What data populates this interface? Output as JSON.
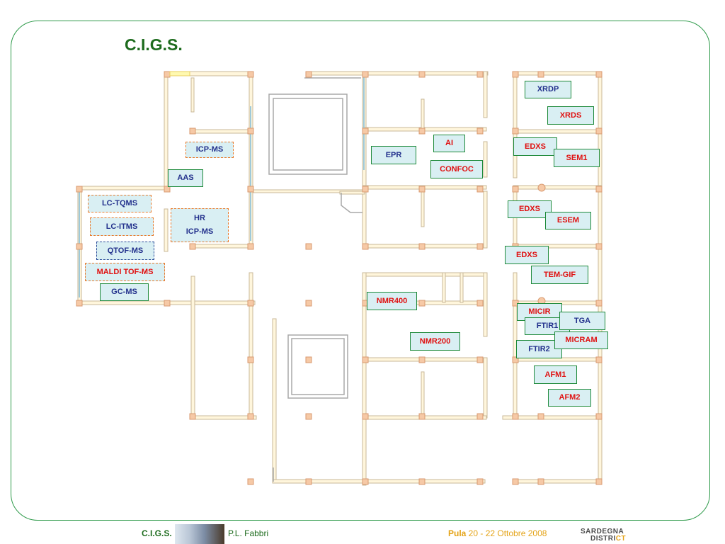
{
  "title": "C.I.G.S.",
  "labels": {
    "icp_ms": "ICP-MS",
    "aas": "AAS",
    "lc_tqms": "LC-TQMS",
    "lc_itms": "LC-ITMS",
    "hr_icp_line1": "HR",
    "hr_icp_line2": "ICP-MS",
    "qtof_ms": "QTOF-MS",
    "maldi": "MALDI TOF-MS",
    "gc_ms": "GC-MS",
    "epr": "EPR",
    "ai": "AI",
    "confoc": "CONFOC",
    "nmr400": "NMR400",
    "nmr200": "NMR200",
    "xrdp": "XRDP",
    "xrds": "XRDS",
    "edxs_1": "EDXS",
    "sem1": "SEM1",
    "edxs_2": "EDXS",
    "esem": "ESEM",
    "edxs_3": "EDXS",
    "tem_gif": "TEM-GIF",
    "micir": "MICIR",
    "tga": "TGA",
    "ftir1": "FTIR1",
    "ftir2": "FTIR2",
    "micram": "MICRAM",
    "afm1": "AFM1",
    "afm2": "AFM2"
  },
  "footer": {
    "left_text": "C.I.G.S.",
    "author": "P.L. Fabbri",
    "location": "Pula",
    "dates": " 20 - 22 Ottobre 2008",
    "logo_line1": "SARDEGNA",
    "logo_line2_a": "DISTRI",
    "logo_line2_b": "CT"
  },
  "colors": {
    "title": "#1d6b1d",
    "frame": "#2e9a4a",
    "label_fill": "#d9eff3",
    "solid_border": "#1e8a3a",
    "dashed_border": "#ea7a2a",
    "text_blue": "#22308c",
    "text_red": "#e01010",
    "footer_green": "#1d6b1d",
    "footer_orange": "#e4a317"
  }
}
